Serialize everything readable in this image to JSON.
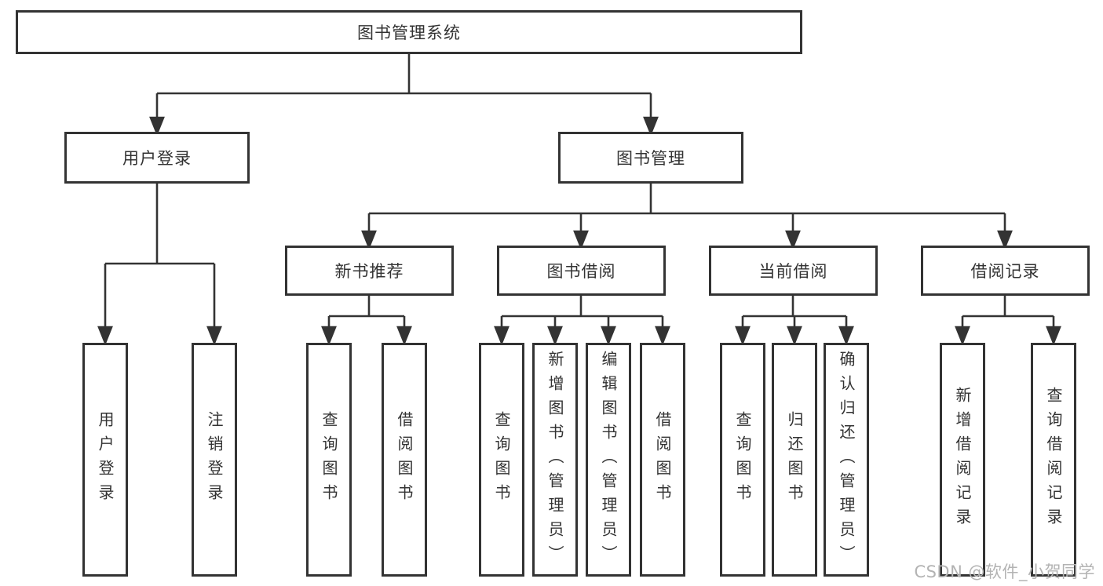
{
  "root": {
    "label": "图书管理系统",
    "children": [
      {
        "label": "用户登录",
        "children": [
          {
            "label": "用户登录"
          },
          {
            "label": "注销登录"
          }
        ]
      },
      {
        "label": "图书管理",
        "children": [
          {
            "label": "新书推荐",
            "children": [
              {
                "label": "查询图书"
              },
              {
                "label": "借阅图书"
              }
            ]
          },
          {
            "label": "图书借阅",
            "children": [
              {
                "label": "查询图书"
              },
              {
                "label": "新增图书（管理员）"
              },
              {
                "label": "编辑图书（管理员）"
              },
              {
                "label": "借阅图书"
              }
            ]
          },
          {
            "label": "当前借阅",
            "children": [
              {
                "label": "查询图书"
              },
              {
                "label": "归还图书"
              },
              {
                "label": "确认归还（管理员）"
              }
            ]
          },
          {
            "label": "借阅记录",
            "children": [
              {
                "label": "新增借阅记录"
              },
              {
                "label": "查询借阅记录"
              }
            ]
          }
        ]
      }
    ]
  },
  "watermark": {
    "text": "CSDN @软件_小贺同学"
  },
  "colors": {
    "line": "#333333",
    "box_border": "#333333",
    "text": "#333333",
    "watermark": "#b3b3b3",
    "background": "#ffffff"
  }
}
